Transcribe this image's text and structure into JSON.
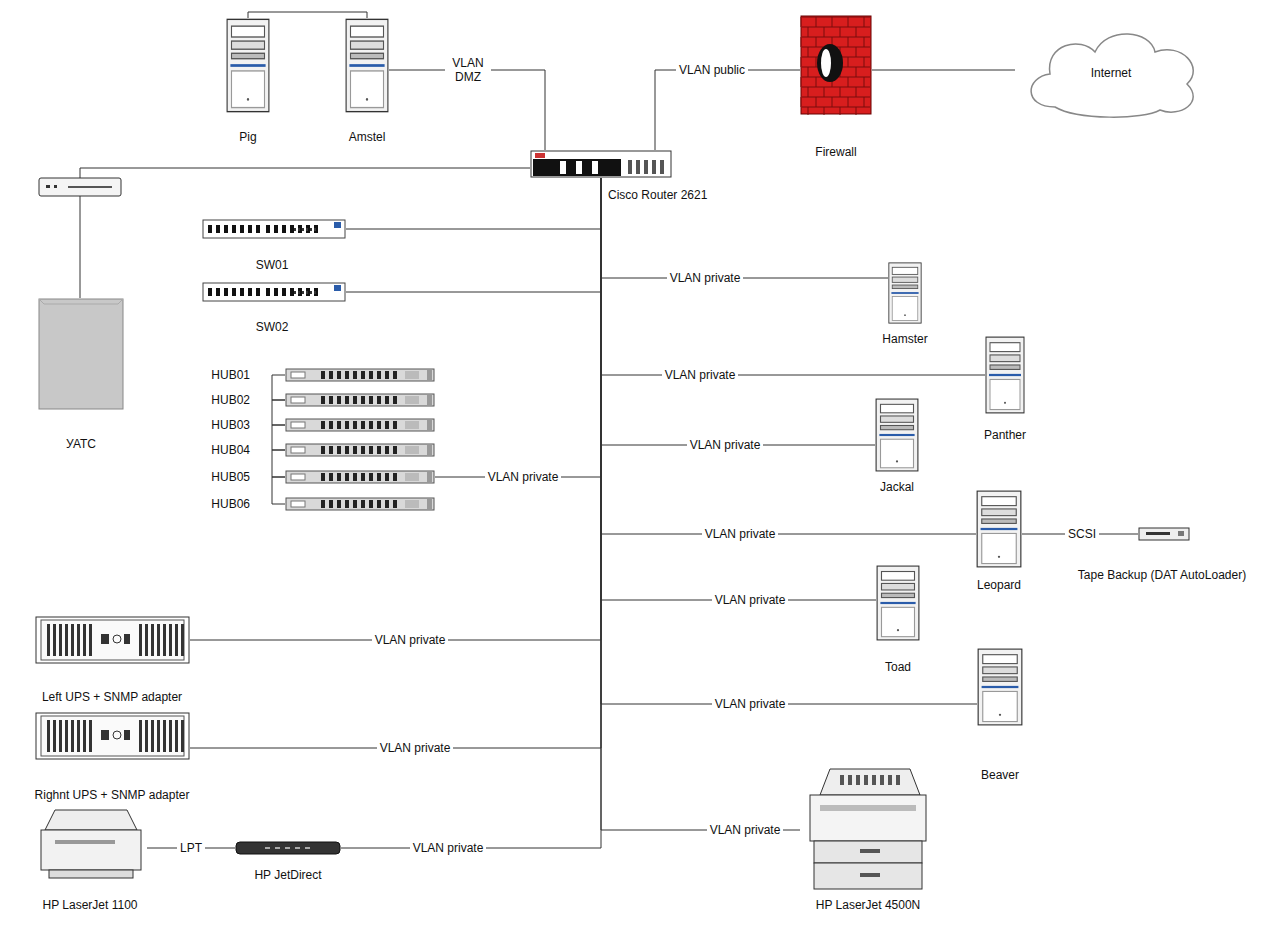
{
  "diagram": {
    "nodes": [
      {
        "text": [
          "Pig"
        ]
      },
      {
        "text": [
          "Amstel"
        ]
      },
      {
        "text": [
          "Cisco Router 2621"
        ]
      },
      {
        "text": [
          "Firewall"
        ]
      },
      {
        "text": [
          "Internet"
        ]
      },
      {
        "text": [
          "УАТС"
        ]
      },
      {
        "text": [
          "SW01"
        ]
      },
      {
        "text": [
          "SW02"
        ]
      },
      {
        "text": [
          "HUB01"
        ]
      },
      {
        "text": [
          "HUB02"
        ]
      },
      {
        "text": [
          "HUB03"
        ]
      },
      {
        "text": [
          "HUB04"
        ]
      },
      {
        "text": [
          "HUB05"
        ]
      },
      {
        "text": [
          "HUB06"
        ]
      },
      {
        "text": [
          "Hamster"
        ]
      },
      {
        "text": [
          "Panther"
        ]
      },
      {
        "text": [
          "Jackal"
        ]
      },
      {
        "text": [
          "Leopard"
        ]
      },
      {
        "text": [
          "Tape Backup (DAT AutoLoader)"
        ]
      },
      {
        "text": [
          "Toad"
        ]
      },
      {
        "text": [
          "Beaver"
        ]
      },
      {
        "text": [
          "Left UPS + SNMP adapter"
        ]
      },
      {
        "text": [
          "Righnt UPS + SNMP adapter"
        ]
      },
      {
        "text": [
          "HP LaserJet 1100"
        ]
      },
      {
        "text": [
          "HP JetDirect"
        ]
      },
      {
        "text": [
          "HP LaserJet 4500N"
        ]
      }
    ],
    "edges": [
      {
        "from": 0,
        "to": 1,
        "arrow": "none"
      },
      {
        "from": 1,
        "to": 2,
        "label": "VLAN DMZ",
        "arrow": "none"
      },
      {
        "from": 2,
        "to": 3,
        "label": "VLAN public",
        "arrow": "none"
      },
      {
        "from": 3,
        "to": 4,
        "arrow": "none"
      },
      {
        "from": 2,
        "to": 5,
        "arrow": "none"
      },
      {
        "from": 2,
        "to": 6,
        "arrow": "none"
      },
      {
        "from": 2,
        "to": 7,
        "arrow": "none"
      },
      {
        "from": 8,
        "to": 9,
        "arrow": "none"
      },
      {
        "from": 9,
        "to": 10,
        "arrow": "none"
      },
      {
        "from": 10,
        "to": 11,
        "arrow": "none"
      },
      {
        "from": 11,
        "to": 12,
        "arrow": "none"
      },
      {
        "from": 12,
        "to": 13,
        "arrow": "none"
      },
      {
        "from": 2,
        "to": 12,
        "label": "VLAN private",
        "arrow": "none"
      },
      {
        "from": 2,
        "to": 14,
        "label": "VLAN private",
        "arrow": "none"
      },
      {
        "from": 2,
        "to": 15,
        "label": "VLAN private",
        "arrow": "none"
      },
      {
        "from": 2,
        "to": 16,
        "label": "VLAN private",
        "arrow": "none"
      },
      {
        "from": 2,
        "to": 17,
        "label": "VLAN private",
        "arrow": "none"
      },
      {
        "from": 17,
        "to": 18,
        "label": "SCSI",
        "arrow": "none"
      },
      {
        "from": 2,
        "to": 19,
        "label": "VLAN private",
        "arrow": "none"
      },
      {
        "from": 2,
        "to": 20,
        "label": "VLAN private",
        "arrow": "none"
      },
      {
        "from": 2,
        "to": 21,
        "label": "VLAN private",
        "arrow": "none"
      },
      {
        "from": 2,
        "to": 22,
        "label": "VLAN private",
        "arrow": "none"
      },
      {
        "from": 23,
        "to": 24,
        "label": "LPT",
        "arrow": "none"
      },
      {
        "from": 2,
        "to": 24,
        "label": "VLAN private",
        "arrow": "none"
      },
      {
        "from": 2,
        "to": 25,
        "label": "VLAN private",
        "arrow": "none"
      }
    ]
  }
}
